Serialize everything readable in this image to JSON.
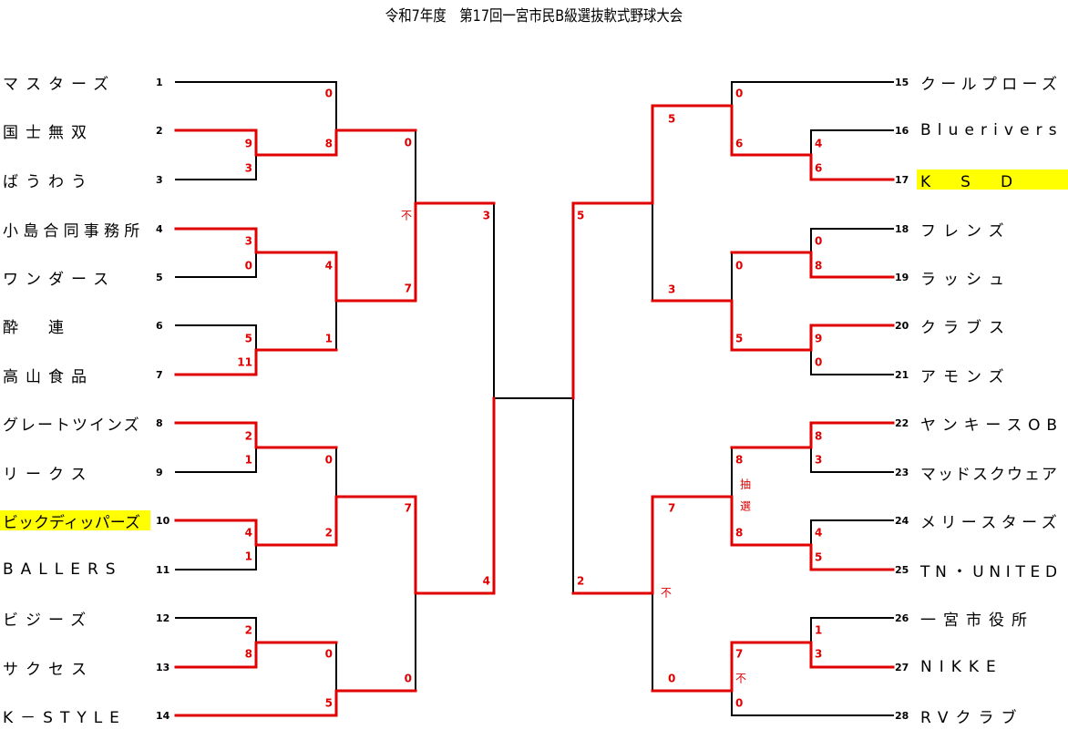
{
  "title": "令和7年度　第17回一宮市民B級選抜軟式野球大会",
  "colors": {
    "winner_line": "#e00000",
    "loser_line": "#000000",
    "highlight": "#ffff00"
  },
  "teams_left": [
    {
      "no": "1",
      "name": "マスターズ",
      "highlight": false
    },
    {
      "no": "2",
      "name": "国士無双",
      "highlight": false
    },
    {
      "no": "3",
      "name": "ばうわう",
      "highlight": false
    },
    {
      "no": "4",
      "name": "小島合同事務所",
      "highlight": false
    },
    {
      "no": "5",
      "name": "ワンダース",
      "highlight": false
    },
    {
      "no": "6",
      "name": "酔　連",
      "highlight": false
    },
    {
      "no": "7",
      "name": "高山食品",
      "highlight": false
    },
    {
      "no": "8",
      "name": "グレートツインズ",
      "highlight": false
    },
    {
      "no": "9",
      "name": "リークス",
      "highlight": false
    },
    {
      "no": "10",
      "name": "ビックディッパーズ",
      "highlight": true
    },
    {
      "no": "11",
      "name": "BALLERS",
      "highlight": false
    },
    {
      "no": "12",
      "name": "ビジーズ",
      "highlight": false
    },
    {
      "no": "13",
      "name": "サクセス",
      "highlight": false
    },
    {
      "no": "14",
      "name": "K－STYLE",
      "highlight": false
    }
  ],
  "teams_right": [
    {
      "no": "15",
      "name": "クールプローズ",
      "highlight": false
    },
    {
      "no": "16",
      "name": "Bluerivers",
      "highlight": false
    },
    {
      "no": "17",
      "name": "K　S　D",
      "highlight": true
    },
    {
      "no": "18",
      "name": "フレンズ",
      "highlight": false
    },
    {
      "no": "19",
      "name": "ラッシュ",
      "highlight": false
    },
    {
      "no": "20",
      "name": "クラブス",
      "highlight": false
    },
    {
      "no": "21",
      "name": "アモンズ",
      "highlight": false
    },
    {
      "no": "22",
      "name": "ヤンキースOB",
      "highlight": false
    },
    {
      "no": "23",
      "name": "マッドスクウェア",
      "highlight": false
    },
    {
      "no": "24",
      "name": "メリースターズ",
      "highlight": false
    },
    {
      "no": "25",
      "name": "TN・UNITED",
      "highlight": false
    },
    {
      "no": "26",
      "name": "一宮市役所",
      "highlight": false
    },
    {
      "no": "27",
      "name": "NIKKE",
      "highlight": false
    },
    {
      "no": "28",
      "name": "RVクラブ",
      "highlight": false
    }
  ],
  "scores": {
    "left": {
      "r1": [
        [
          "9",
          "3"
        ],
        [
          "3",
          "0"
        ],
        [
          "5",
          "11"
        ],
        [
          "2",
          "1"
        ],
        [
          "4",
          "1"
        ],
        [
          "2",
          "8"
        ]
      ],
      "r2": [
        [
          "0",
          "8"
        ],
        [
          "4",
          "1"
        ],
        [
          "0",
          "2"
        ],
        [
          "0",
          "5"
        ]
      ],
      "r3": [
        [
          "0",
          "不",
          "7"
        ],
        [
          "7",
          "0"
        ]
      ],
      "r4": [
        "3",
        "4"
      ]
    },
    "right": {
      "r1": [
        [
          "4",
          "6"
        ],
        [
          "0",
          "8"
        ],
        [
          "9",
          "0"
        ],
        [
          "8",
          "3"
        ],
        [
          "4",
          "5"
        ],
        [
          "1",
          "3"
        ]
      ],
      "r2": [
        [
          "0",
          "6"
        ],
        [
          "0",
          "5"
        ],
        [
          "8",
          "抽",
          "選",
          "8"
        ],
        [
          "7",
          "不",
          "0"
        ]
      ],
      "r3": [
        [
          "5",
          "3"
        ],
        [
          "7",
          "不",
          "0"
        ]
      ],
      "r4": [
        "5",
        "2"
      ]
    }
  }
}
